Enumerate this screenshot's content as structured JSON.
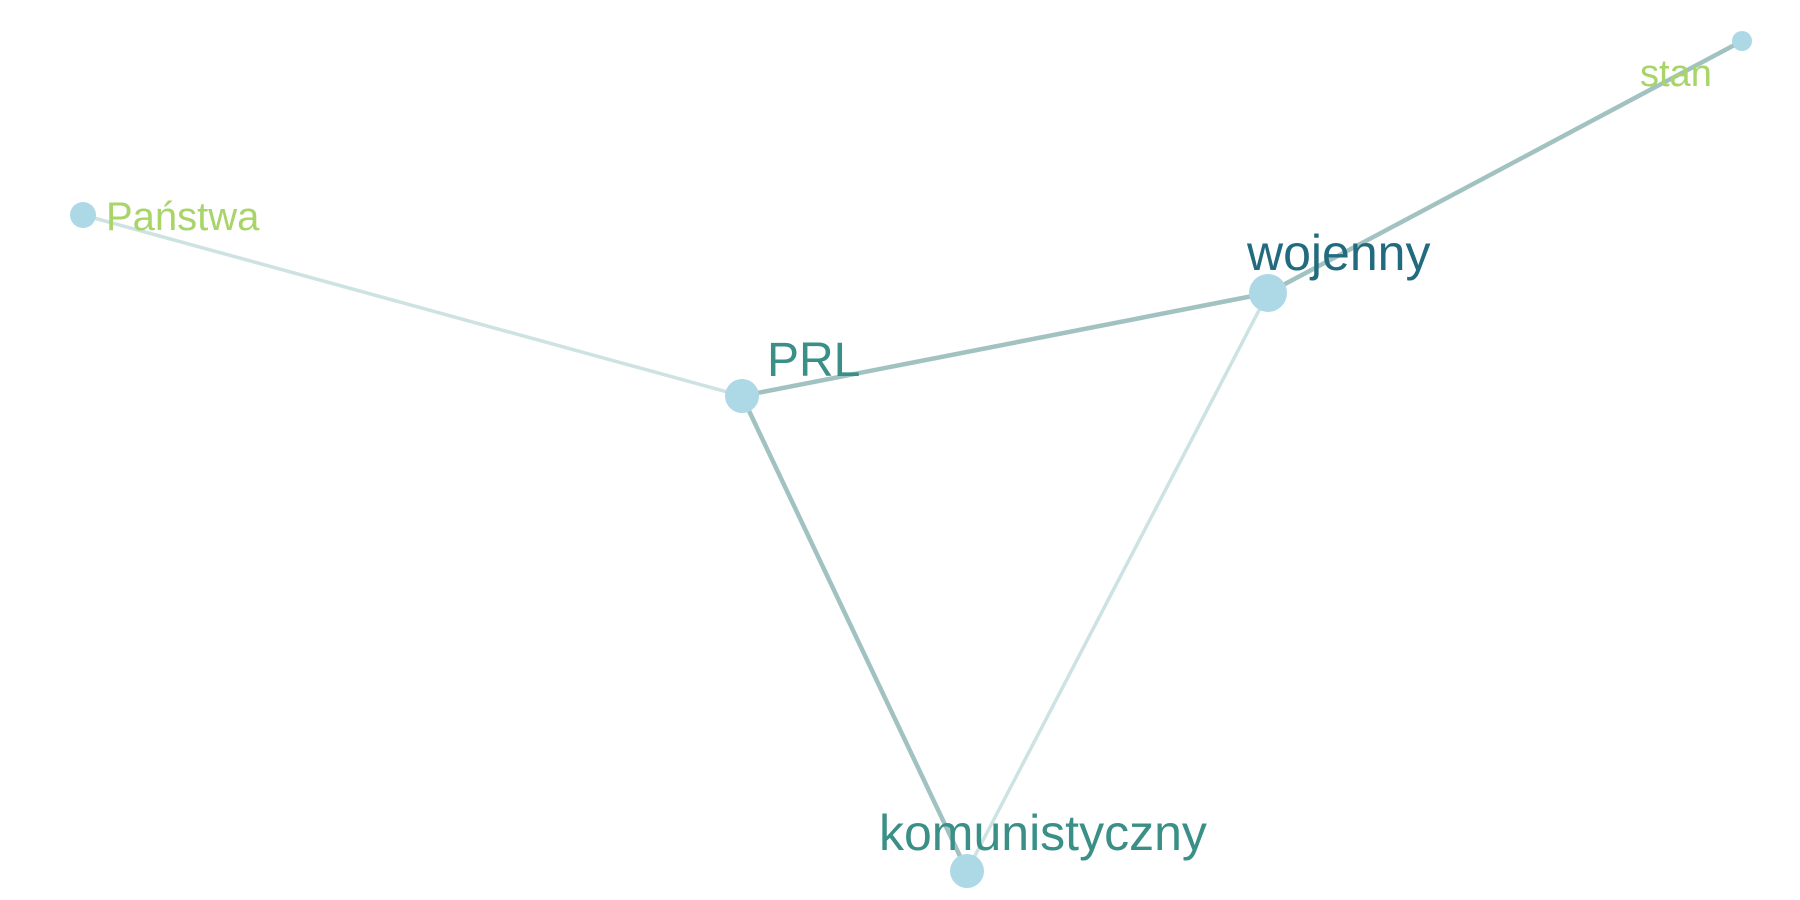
{
  "colors": {
    "node_fill": "#add8e6",
    "edge_strong": "#a2c2c2",
    "edge_weak": "#cde2e2",
    "label_primary": "#226b7e",
    "label_secondary": "#3a8f87",
    "label_peripheral": "#a8d468"
  },
  "graph": {
    "nodes": [
      {
        "id": "stan",
        "label": "stan",
        "tier": "peripheral"
      },
      {
        "id": "panstwa",
        "label": "Państwa",
        "tier": "peripheral"
      },
      {
        "id": "wojenny",
        "label": "wojenny",
        "tier": "primary"
      },
      {
        "id": "prl",
        "label": "PRL",
        "tier": "secondary"
      },
      {
        "id": "komunistyczny",
        "label": "komunistyczny",
        "tier": "secondary"
      }
    ],
    "edges": [
      {
        "source": "stan",
        "target": "wojenny",
        "strength": "strong"
      },
      {
        "source": "panstwa",
        "target": "prl",
        "strength": "weak"
      },
      {
        "source": "prl",
        "target": "wojenny",
        "strength": "strong"
      },
      {
        "source": "prl",
        "target": "komunistyczny",
        "strength": "strong"
      },
      {
        "source": "wojenny",
        "target": "komunistyczny",
        "strength": "weak"
      }
    ]
  }
}
